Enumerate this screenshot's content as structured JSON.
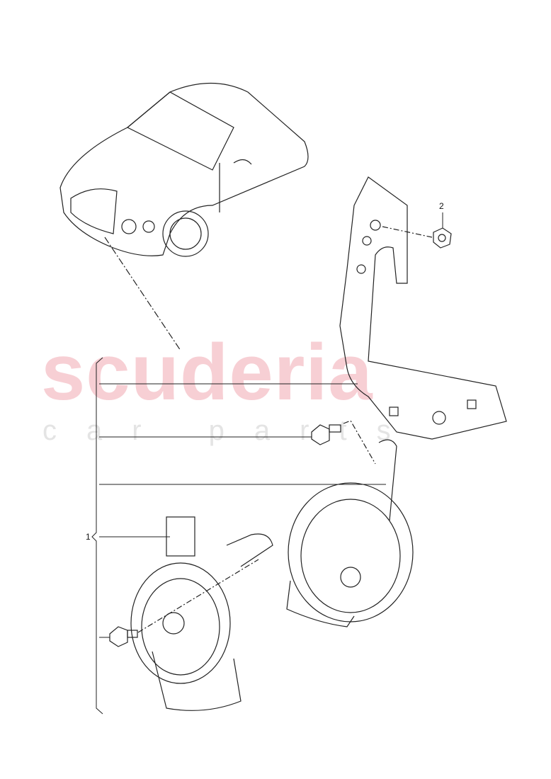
{
  "watermark": {
    "brand": "scuderia",
    "tagline": "car parts",
    "brand_color": "#f7cfd4",
    "tagline_color": "#e4e4e4"
  },
  "callouts": [
    {
      "number": "1"
    },
    {
      "number": "2"
    }
  ],
  "parts": [
    "car-overview-icon",
    "bracket",
    "hex-nut",
    "bolt",
    "horn-high",
    "horn-low",
    "bolt-lower"
  ]
}
